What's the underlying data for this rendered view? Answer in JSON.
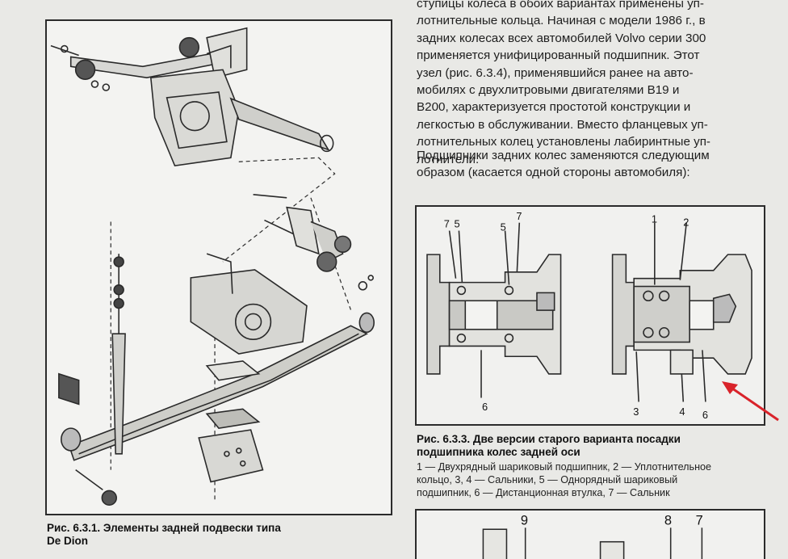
{
  "text": {
    "para1_lines": [
      "ступицы колеса в обоих вариантах применены уп-",
      "лотнительные кольца. Начиная с модели 1986 г., в",
      "задних колесах всех автомобилей Volvo серии 300",
      "применяется унифицированный подшипник. Этот",
      "узел (рис. 6.3.4), применявшийся ранее на авто-",
      "мобилях с двухлитровыми двигателями B19 и",
      "B200, характеризуется простотой конструкции и",
      "легкостью в обслуживании. Вместо фланцевых уп-",
      "лотнительных колец установлены лабиринтные уп-",
      "лотнители."
    ],
    "para2_lines": [
      "Подшипники задних колес заменяются следующим",
      "образом (касается одной стороны автомобиля):"
    ]
  },
  "figure_6_3_1": {
    "caption_lines": [
      "Рис. 6.3.1. Элементы задней подвески типа",
      "De Dion"
    ]
  },
  "figure_6_3_3": {
    "labels_left": [
      "7",
      "5",
      "5",
      "7",
      "6"
    ],
    "labels_right": [
      "1",
      "2",
      "3",
      "4",
      "6"
    ],
    "caption_title_lines": [
      "Рис. 6.3.3. Две версии старого варианта посадки",
      "подшипника колес задней оси"
    ],
    "caption_body_lines": [
      "1 — Двухрядный шариковый подшипник, 2 — Уплотнительное",
      "кольцо, 3, 4 — Сальники, 5 — Однорядный шариковый",
      "подшипник, 6 — Дистанционная втулка, 7 — Сальник"
    ]
  },
  "figure_bottom": {
    "labels": [
      "9",
      "8",
      "7"
    ]
  },
  "annotation": {
    "arrow_color": "#d9232a"
  }
}
